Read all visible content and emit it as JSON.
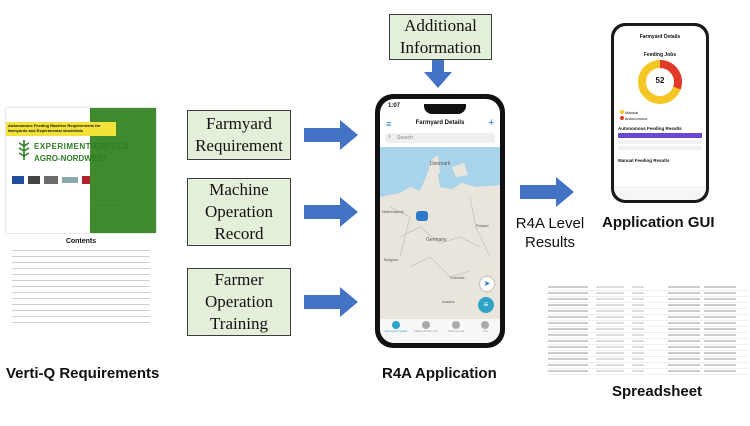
{
  "boxes": {
    "additional_information": "Additional\nInformation",
    "farmyard_requirement": "Farmyard\nRequirement",
    "machine_operation_record": "Machine\nOperation\nRecord",
    "farmer_operation_training": "Farmer\nOperation\nTraining"
  },
  "captions": {
    "verti_q": "Verti-Q Requirements",
    "r4a_application": "R4A Application",
    "application_gui": "Application GUI",
    "spreadsheet": "Spreadsheet",
    "r4a_level_results": "R4A Level\nResults"
  },
  "document": {
    "yellow_header": "Autonomous Feeding Machine Requirements for farmyards and Experimental stocktrials",
    "logo_line1": "EXPERIMENTIERFELD",
    "logo_line2": "AGRO-NORDWEST",
    "toc_title": "Contents"
  },
  "phone": {
    "time": "1:07",
    "title": "Farmyard Details",
    "search_placeholder": "Search",
    "map_labels": [
      "Denmark",
      "Germany",
      "Netherlands",
      "Poland",
      "Czechia",
      "Austria",
      "Belgium"
    ],
    "tabs": [
      "Farmyard Details",
      "Milking Robot Info",
      "Training Hall",
      "Info"
    ]
  },
  "gui": {
    "title": "Farmyard Details",
    "chart_title": "Feeding Jobs",
    "center_value": "52",
    "section1": "Autonomous Feeding Results",
    "section2": "Manual Feeding Results",
    "legend": [
      "Manual",
      "Autonomous"
    ]
  },
  "colors": {
    "box_fill": "#e3efd9",
    "arrow": "#4472c4",
    "donut_yellow": "#f3c623",
    "donut_red": "#e23a2a",
    "doc_green": "#3e8a2d"
  }
}
